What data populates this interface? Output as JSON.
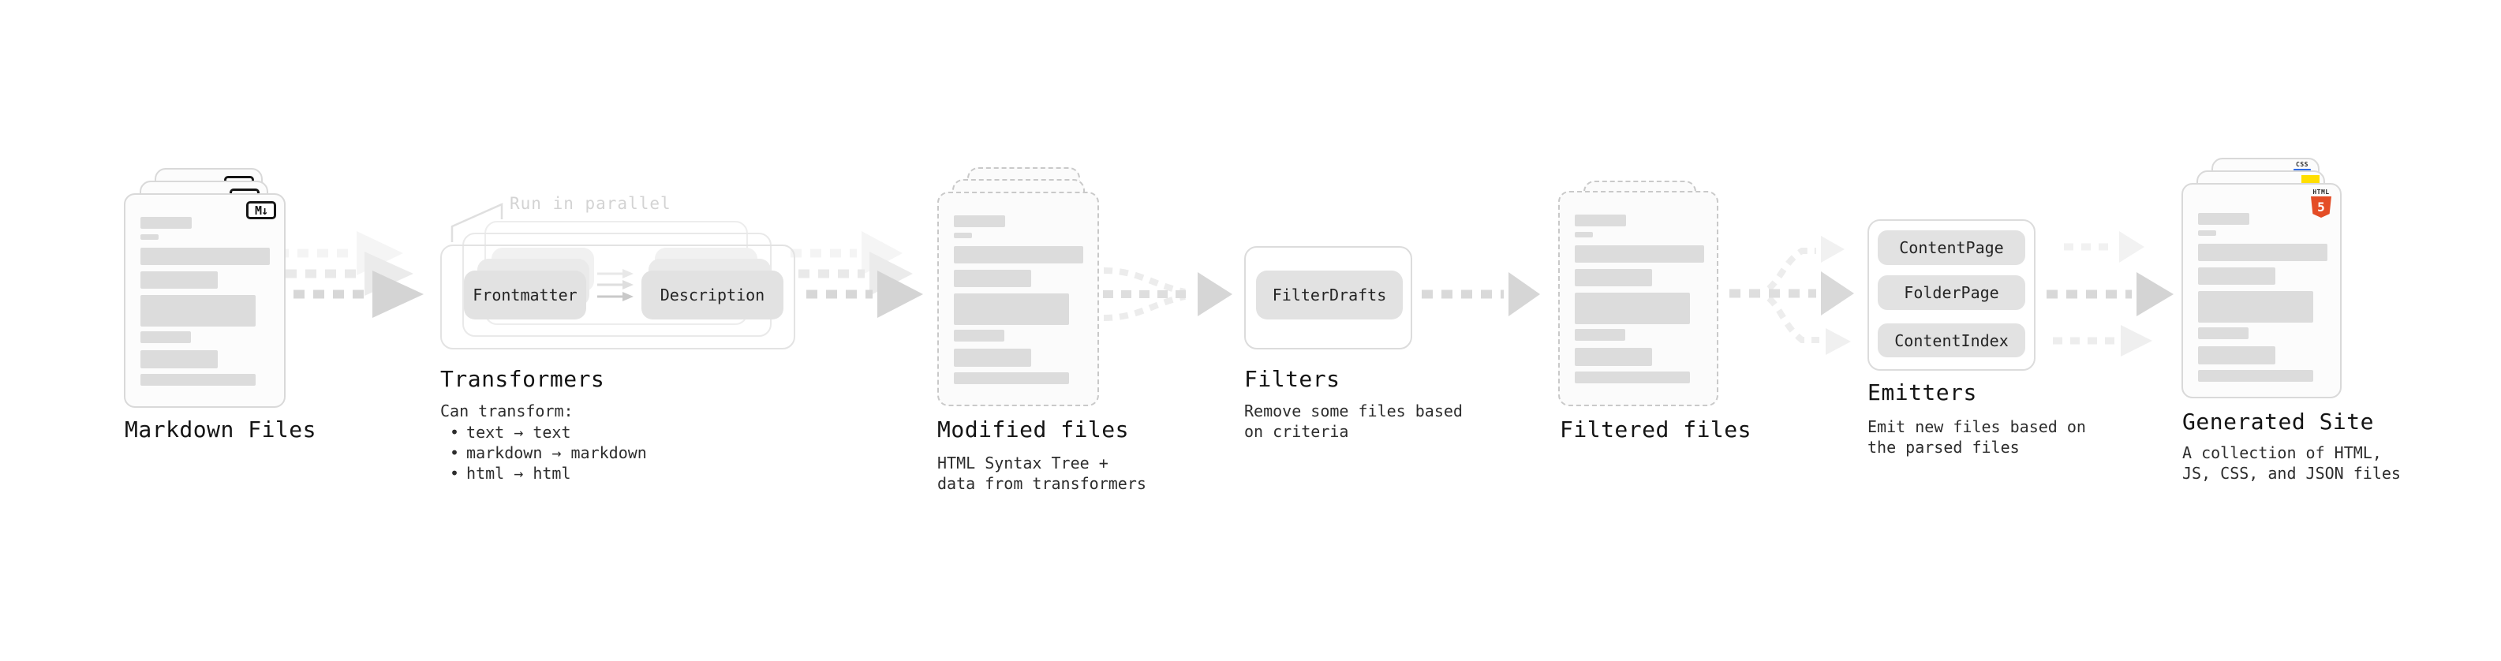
{
  "diagram": {
    "markdown_files": {
      "label": "Markdown Files",
      "badge": "M↓"
    },
    "transformers": {
      "annotation": "Run in parallel",
      "input_pill": "Frontmatter",
      "output_pill": "Description",
      "label": "Transformers",
      "desc_title": "Can transform:",
      "bullet_char": "•",
      "bullets": [
        "text → text",
        "markdown → markdown",
        "html → html"
      ]
    },
    "modified_files": {
      "label": "Modified files",
      "desc": "HTML Syntax Tree +\ndata from transformers"
    },
    "filters": {
      "pill": "FilterDrafts",
      "label": "Filters",
      "desc": "Remove some files based\non criteria"
    },
    "filtered_files": {
      "label": "Filtered files"
    },
    "emitters": {
      "pills": [
        "ContentPage",
        "FolderPage",
        "ContentIndex"
      ],
      "label": "Emitters",
      "desc": "Emit new files based on\nthe parsed files"
    },
    "generated_site": {
      "label": "Generated Site",
      "desc": "A collection of HTML,\nJS, CSS, and JSON files",
      "html_badge_text": "HTML",
      "html_badge_number": "5",
      "css_badge_text": "CSS"
    },
    "colors": {
      "html5_orange": "#E44D26",
      "js_yellow": "#FFDE00",
      "css_blue": "#2E6BE6"
    }
  }
}
